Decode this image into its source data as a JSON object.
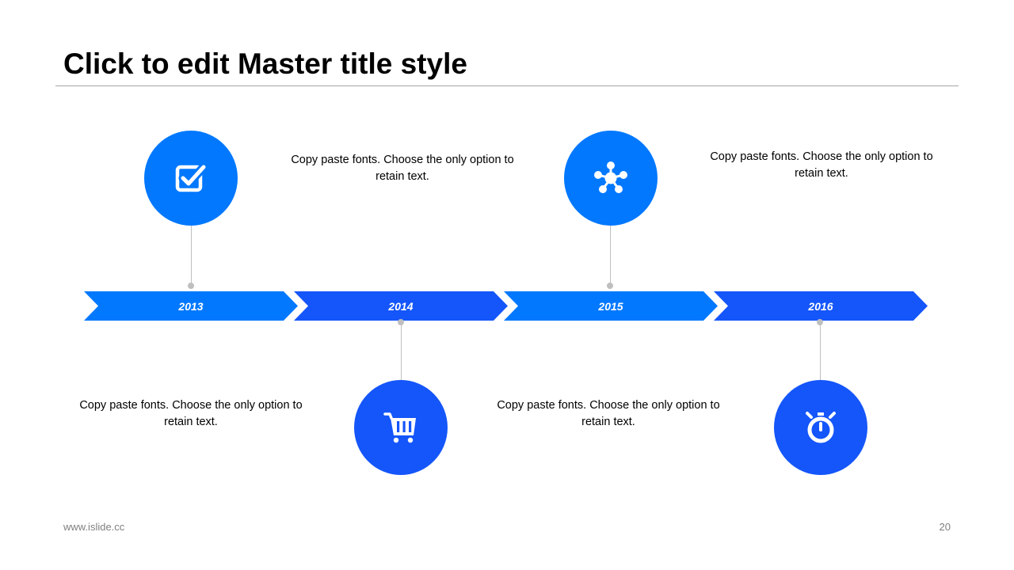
{
  "slide": {
    "title": "Click to edit Master title style",
    "footer_url": "www.islide.cc",
    "page_number": "20"
  },
  "colors": {
    "light_blue": "#0178fe",
    "dark_blue": "#1556fa",
    "connector": "#bfbfbf"
  },
  "timeline": [
    {
      "year": "2013",
      "icon": "checkbox-icon",
      "description": "Copy paste fonts. Choose the only option to retain text."
    },
    {
      "year": "2014",
      "icon": "shopping-cart-icon",
      "description": "Copy paste fonts. Choose the only option to retain text."
    },
    {
      "year": "2015",
      "icon": "network-icon",
      "description": "Copy paste fonts. Choose the only option to retain text."
    },
    {
      "year": "2016",
      "icon": "stopwatch-icon",
      "description": "Copy paste fonts. Choose the only option to retain text."
    }
  ]
}
